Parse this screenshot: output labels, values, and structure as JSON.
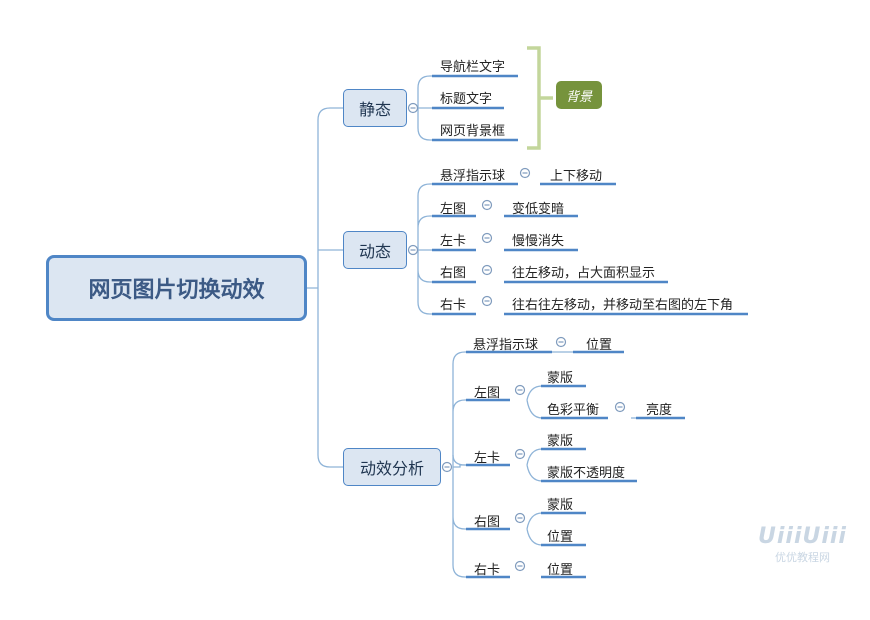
{
  "root": "网页图片切换动效",
  "branches": [
    {
      "label": "静态",
      "children": [
        "导航栏文字",
        "标题文字",
        "网页背景框"
      ],
      "summary": "背景"
    },
    {
      "label": "动态",
      "children": [
        {
          "label": "悬浮指示球",
          "detail": "上下移动"
        },
        {
          "label": "左图",
          "detail": "变低变暗"
        },
        {
          "label": "左卡",
          "detail": "慢慢消失"
        },
        {
          "label": "右图",
          "detail": "往左移动，占大面积显示"
        },
        {
          "label": "右卡",
          "detail": "往右往左移动，并移动至右图的左下角"
        }
      ]
    },
    {
      "label": "动效分析",
      "children": [
        {
          "label": "悬浮指示球",
          "items": [
            "位置"
          ]
        },
        {
          "label": "左图",
          "items": [
            "蒙版",
            {
              "label": "色彩平衡",
              "detail": "亮度"
            }
          ]
        },
        {
          "label": "左卡",
          "items": [
            "蒙版",
            "蒙版不透明度"
          ]
        },
        {
          "label": "右图",
          "items": [
            "蒙版",
            "位置"
          ]
        },
        {
          "label": "右卡",
          "items": [
            "位置"
          ]
        }
      ]
    }
  ],
  "watermark": {
    "logo": "UiiiUiii",
    "site": "优优教程网"
  },
  "colors": {
    "node_fill": "#dce6f2",
    "node_border": "#4f86c6",
    "connector": "#8fb4d8",
    "bracket": "#c3d69b",
    "tag": "#76933c"
  }
}
